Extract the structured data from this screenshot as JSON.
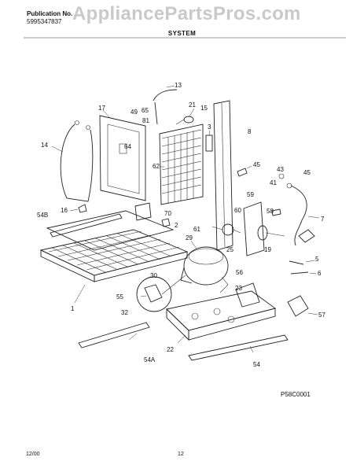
{
  "header": {
    "publication_label": "Publication No.",
    "publication_number": "5995347837",
    "watermark": "AppliancePartsPros.com",
    "section_title": "SYSTEM"
  },
  "diagram": {
    "code": "P58C0001",
    "callouts": [
      "13",
      "17",
      "49",
      "65",
      "81",
      "21",
      "15",
      "3",
      "8",
      "14",
      "64",
      "62",
      "45",
      "43",
      "45",
      "41",
      "16",
      "54B",
      "2",
      "70",
      "59",
      "60",
      "7",
      "58",
      "61",
      "29",
      "25",
      "19",
      "5",
      "1",
      "6",
      "30",
      "56",
      "23",
      "55",
      "57",
      "32",
      "22",
      "54A",
      "54"
    ]
  },
  "footer": {
    "date": "12/00",
    "page": "12"
  }
}
